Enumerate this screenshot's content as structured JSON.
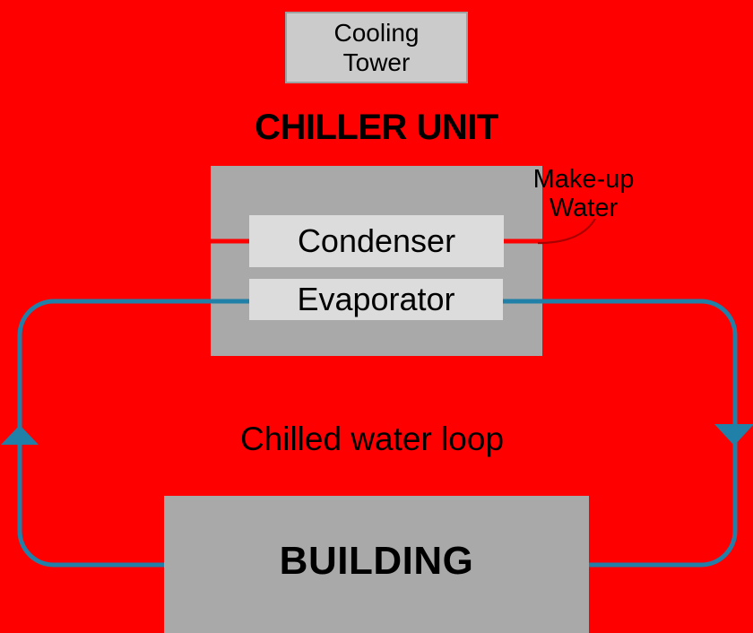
{
  "labels": {
    "cooling_tower_line1": "Cooling",
    "cooling_tower_line2": "Tower",
    "chiller_unit": "CHILLER UNIT",
    "condenser": "Condenser",
    "evaporator": "Evaporator",
    "makeup_water_line1": "Make-up",
    "makeup_water_line2": "Water",
    "chilled_water_loop": "Chilled water loop",
    "building": "BUILDING"
  },
  "colors": {
    "background": "#ff0000",
    "unit_gray": "#a9a9a9",
    "inner_box_gray": "#dcdcdc",
    "tower_gray": "#cbcbcb",
    "tower_border": "#a0a0a0",
    "loop_blue": "#2080a8",
    "condenser_line_red": "#ff0000",
    "leader_line_dark_red": "#aa0000",
    "text": "#000000"
  },
  "icons": {
    "flow_arrow_up": "up-arrow on left chilled-water pipe",
    "flow_arrow_down": "down-arrow on right chilled-water pipe"
  }
}
